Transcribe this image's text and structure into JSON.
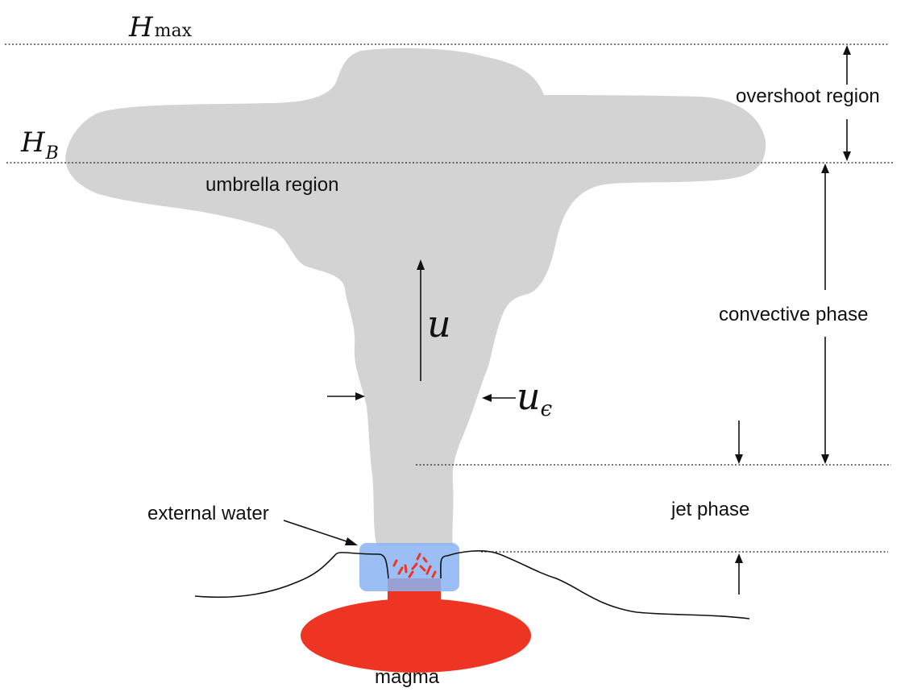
{
  "labels": {
    "h_max": "H",
    "h_max_sub": "max",
    "h_b": "H",
    "h_b_sub": "B",
    "overshoot_region": "overshoot region",
    "umbrella_region": "umbrella region",
    "convective_phase": "convective phase",
    "jet_phase": "jet phase",
    "external_water": "external water",
    "magma": "magma",
    "u": "u",
    "u_eps": "u",
    "u_eps_sub": "ϵ"
  },
  "colors": {
    "plume": "#d3d3d3",
    "water": "#8ab4f2",
    "magma": "#ee3524",
    "ink": "#111111"
  }
}
